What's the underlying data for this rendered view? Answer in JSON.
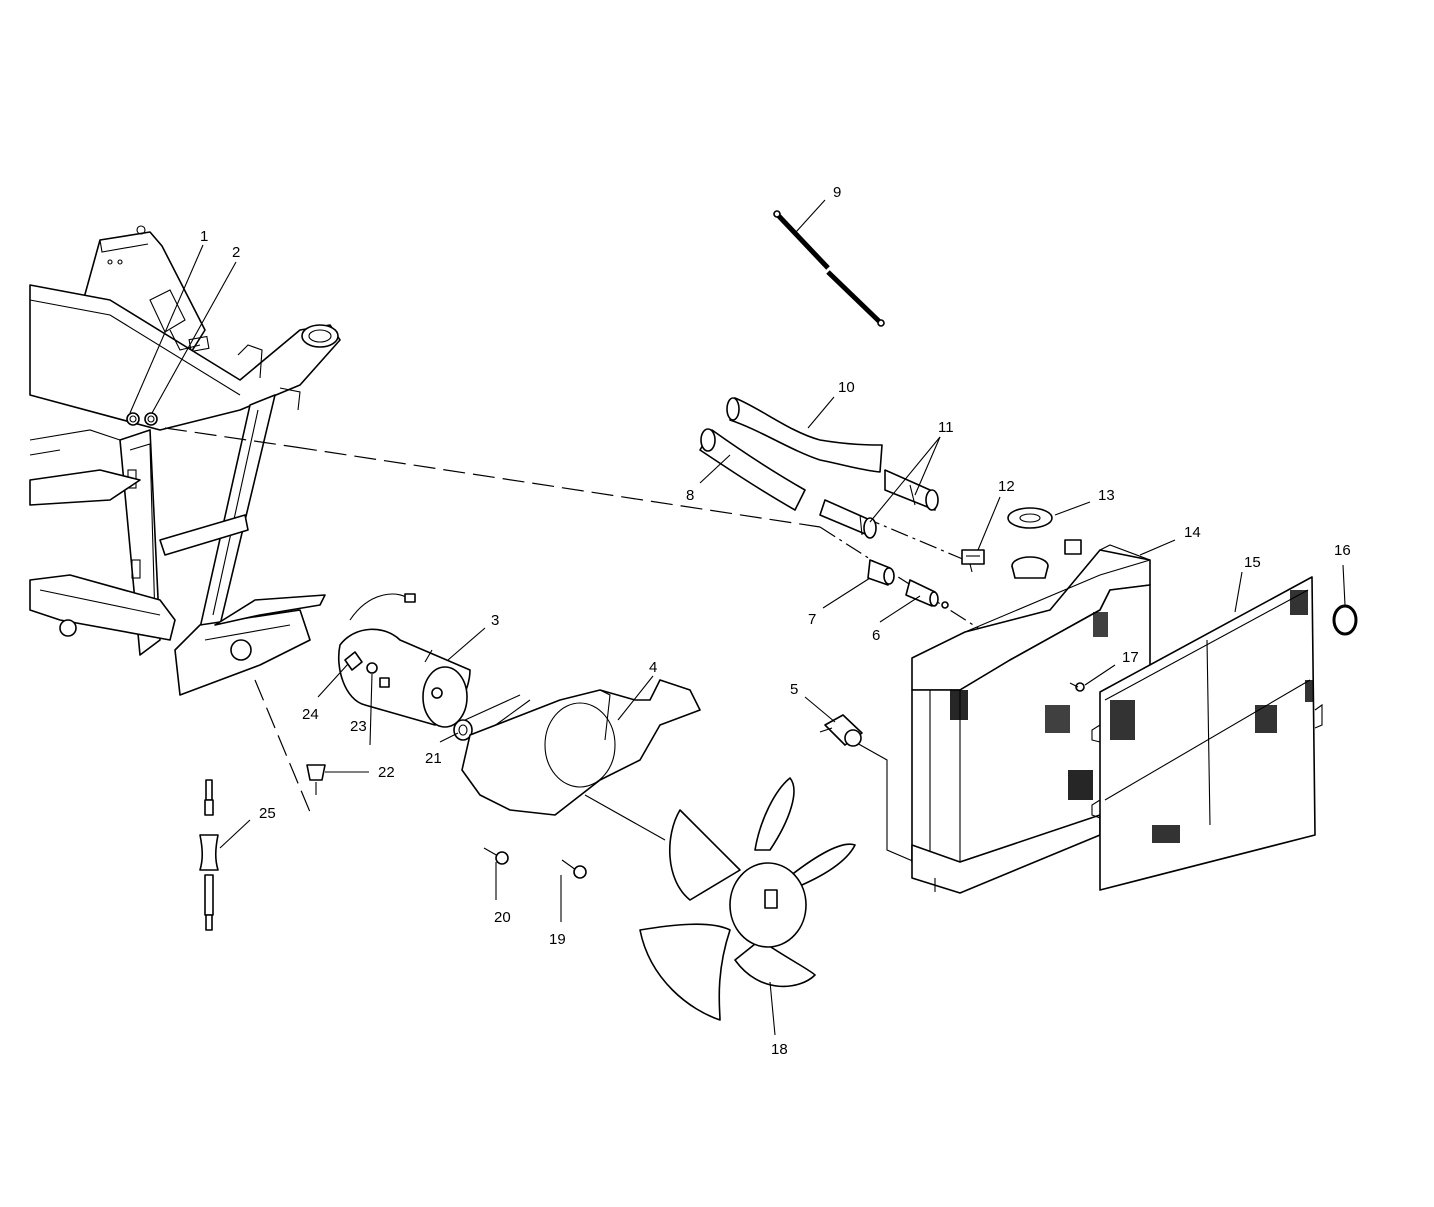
{
  "callouts": [
    {
      "id": "1",
      "label": "1"
    },
    {
      "id": "2",
      "label": "2"
    },
    {
      "id": "3",
      "label": "3"
    },
    {
      "id": "4",
      "label": "4"
    },
    {
      "id": "5",
      "label": "5"
    },
    {
      "id": "6",
      "label": "6"
    },
    {
      "id": "7",
      "label": "7"
    },
    {
      "id": "8",
      "label": "8"
    },
    {
      "id": "9",
      "label": "9"
    },
    {
      "id": "10",
      "label": "10"
    },
    {
      "id": "11",
      "label": "11"
    },
    {
      "id": "12",
      "label": "12"
    },
    {
      "id": "13",
      "label": "13"
    },
    {
      "id": "14",
      "label": "14"
    },
    {
      "id": "15",
      "label": "15"
    },
    {
      "id": "16",
      "label": "16"
    },
    {
      "id": "17",
      "label": "17"
    },
    {
      "id": "18",
      "label": "18"
    },
    {
      "id": "19",
      "label": "19"
    },
    {
      "id": "20",
      "label": "20"
    },
    {
      "id": "21",
      "label": "21"
    },
    {
      "id": "22",
      "label": "22"
    },
    {
      "id": "23",
      "label": "23"
    },
    {
      "id": "24",
      "label": "24"
    },
    {
      "id": "25",
      "label": "25"
    }
  ],
  "colors": {
    "ink": "#000000",
    "paper": "#ffffff"
  }
}
